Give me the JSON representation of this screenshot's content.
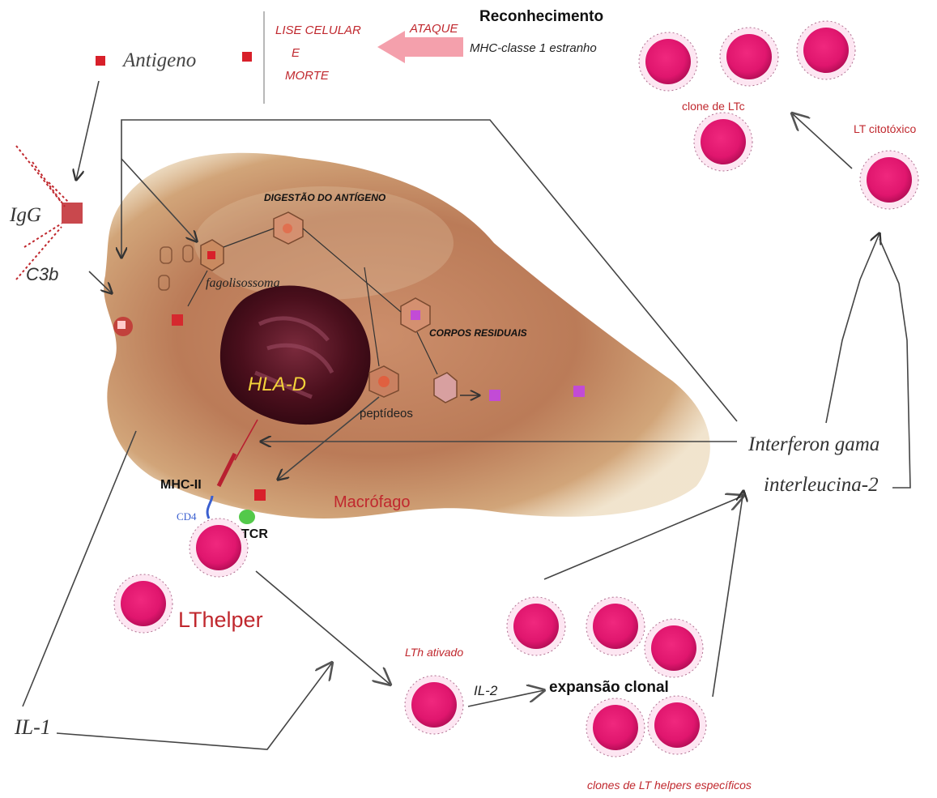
{
  "labels": {
    "antigeno": "Antigeno",
    "lise_line1": "LISE CELULAR",
    "lise_line2": "E",
    "lise_line3": "MORTE",
    "ataque": "ATAQUE",
    "reconhecimento": "Reconhecimento",
    "mhc_classe1": "MHC-classe 1 estranho",
    "clone_ltc": "clone de LTc",
    "lt_citotoxico": "LT citotóxico",
    "igg": "IgG",
    "c3b": "C3b",
    "digestao": "DIGESTÃO DO ANTÍGENO",
    "fagolisossoma": "fagolisossoma",
    "corpos_residuais": "CORPOS RESIDUAIS",
    "hla_d": "HLA-D",
    "peptideos": "peptídeos",
    "interferon": "Interferon gama",
    "interleucina": "interleucina-2",
    "mhc_ii": "MHC-II",
    "cd4": "CD4",
    "tcr": "TCR",
    "macrofago": "Macrófago",
    "lthelper": "LThelper",
    "lth_ativado": "LTh ativado",
    "il2": "IL-2",
    "expansao": "expansão clonal",
    "il1": "IL-1",
    "clones_lt_helpers": "clones de LT helpers específicos"
  },
  "colors": {
    "cell_fill": "#e0166e",
    "cell_dark": "#b30d55",
    "antigen": "#d8202a",
    "residual": "#c24bd6",
    "label_red": "#c0282e",
    "label_yellow": "#f3d23a",
    "arrow": "#333333",
    "macrophage": "#c9875e",
    "nucleus": "#4a0f1c"
  }
}
